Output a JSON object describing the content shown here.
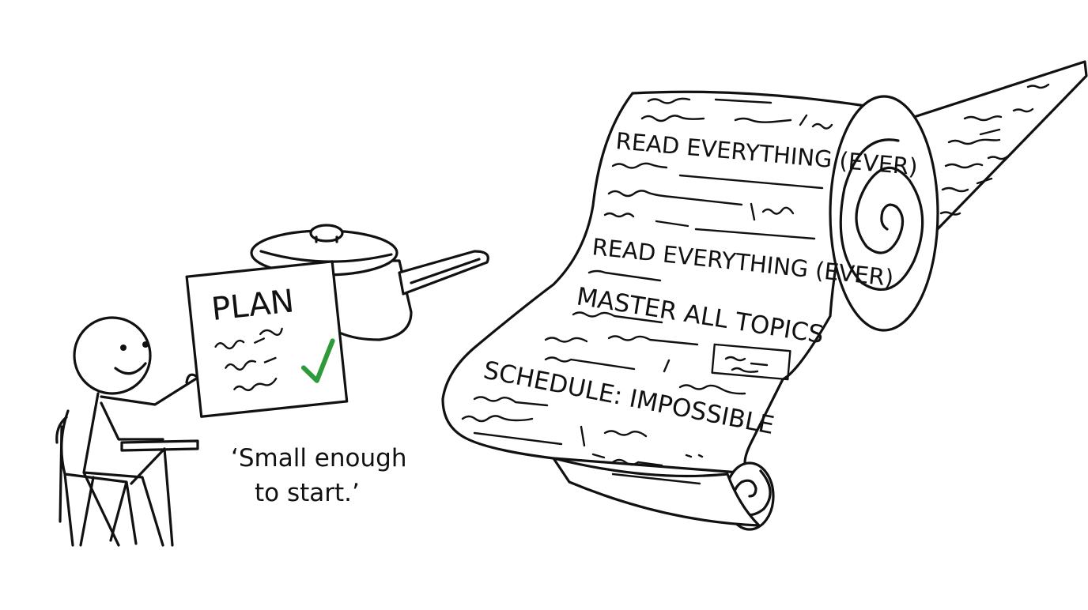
{
  "plan_card": {
    "title": "PLAN",
    "check_color": "#2e9a3a"
  },
  "caption": {
    "line1": "‘Small enough",
    "line2": "to start.’"
  },
  "scroll": {
    "items": [
      "READ EVERYTHING (EVER)",
      "READ EVERYTHING (EVER)",
      "MASTER ALL TOPICS",
      "SCHEDULE: IMPOSSIBLE"
    ]
  },
  "icons": {
    "check": "check-mark-icon",
    "pot": "cooking-pot-icon"
  }
}
